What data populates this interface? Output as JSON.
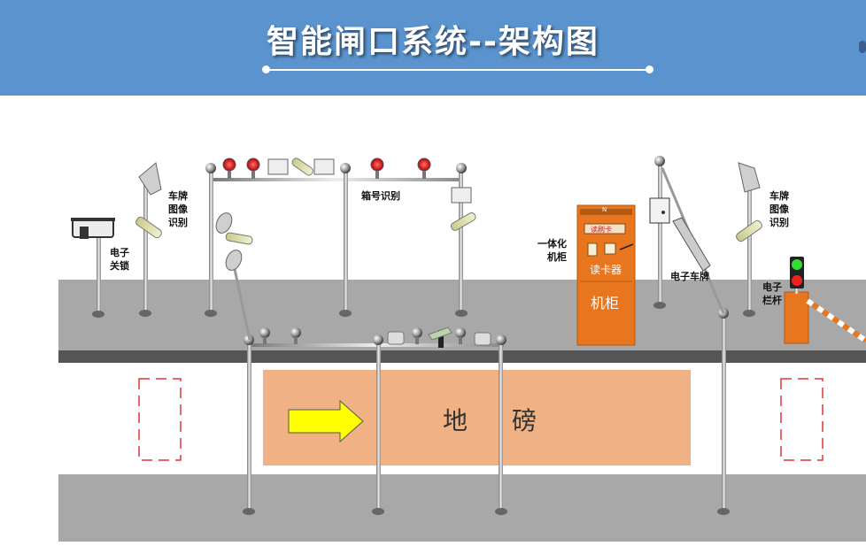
{
  "header": {
    "title": "智能闸口系统--架构图",
    "background_color": "#5b93cf"
  },
  "labels": {
    "plate_left": "车牌\n图像\n识别",
    "electronic_lock": "电子\n关锁",
    "container_id": "箱号识别",
    "kiosk": "一体化\n机柜",
    "electronic_plate": "电子车牌",
    "plate_right": "车牌\n图像\n识别",
    "barrier": "电子\n栏杆"
  },
  "kiosk": {
    "top_tag": "N",
    "card_label": "读刷卡",
    "reader_label": "读卡器",
    "cabinet_label": "机柜",
    "color": "#e8761e"
  },
  "scale": {
    "char1": "地",
    "char2": "磅",
    "color": "#f0b184"
  },
  "colors": {
    "road": "#a8a8a8",
    "road_edge": "#555555",
    "arrow": "#ffff00",
    "marker": "#e53333"
  },
  "icons": [
    "camera-icon",
    "led-light-icon",
    "signal-light-icon",
    "floodlight-icon",
    "traffic-light-icon",
    "barrier-arm-icon",
    "arrow-icon"
  ]
}
